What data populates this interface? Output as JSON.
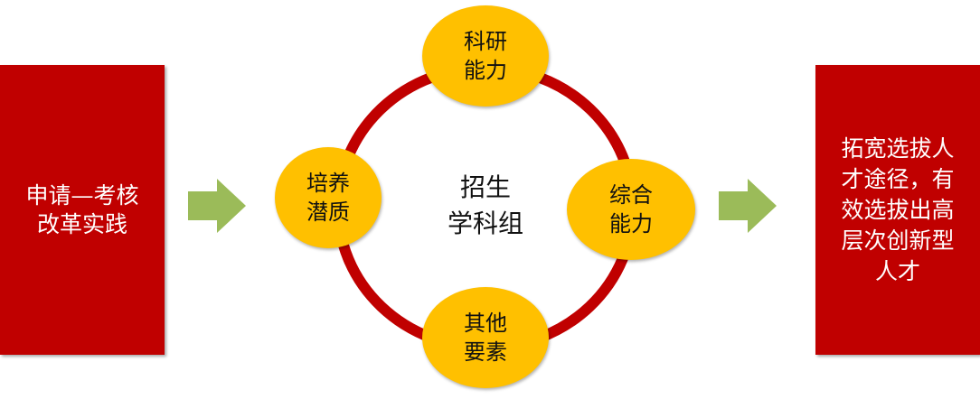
{
  "left_box": {
    "lines": [
      "申请—考核",
      "改革实践"
    ]
  },
  "right_box": {
    "lines": [
      "拓宽选拔人",
      "才途径，有",
      "效选拔出高",
      "层次创新型",
      "人才"
    ]
  },
  "center": {
    "lines": [
      "招生",
      "学科组"
    ]
  },
  "nodes": {
    "top": {
      "lines": [
        "科研",
        "能力"
      ]
    },
    "left": {
      "lines": [
        "培养",
        "潜质"
      ]
    },
    "right": {
      "lines": [
        "综合",
        "能力"
      ]
    },
    "bottom": {
      "lines": [
        "其他",
        "要素"
      ]
    }
  },
  "colors": {
    "box": "#C00000",
    "ring": "#C00000",
    "node": "#FFC000",
    "arrow": "#9BBB59"
  }
}
